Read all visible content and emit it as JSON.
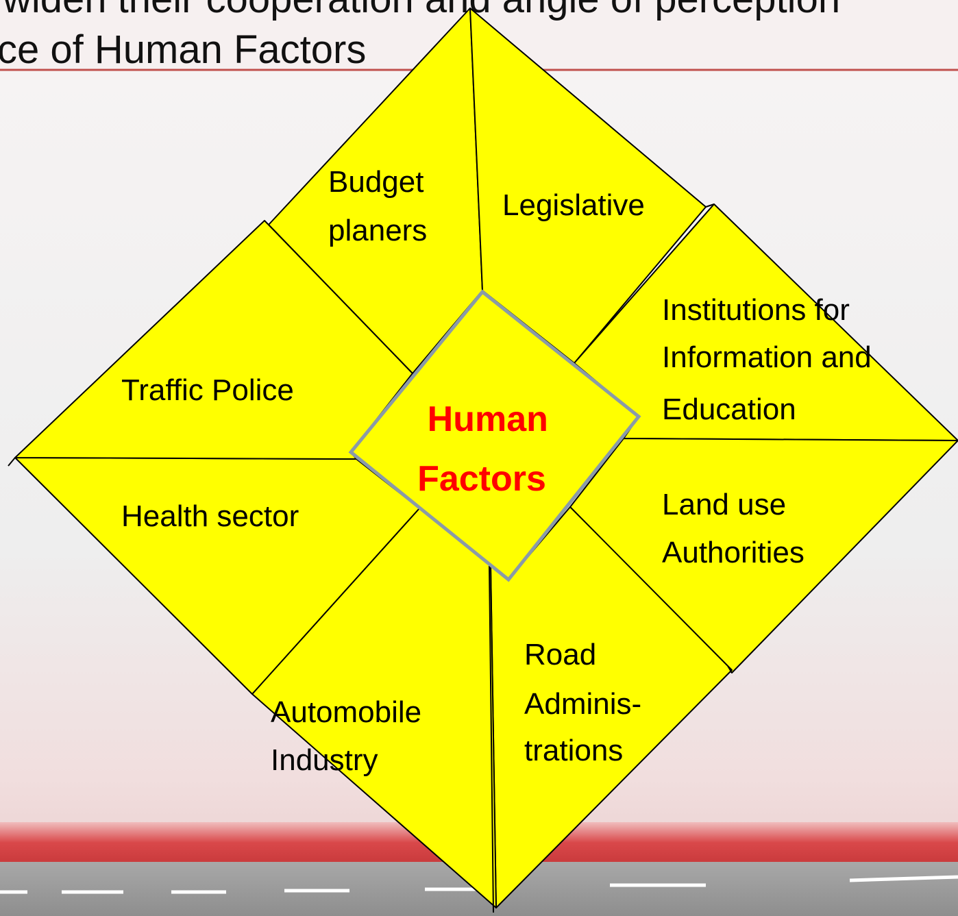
{
  "header": {
    "title_line_1": "widen their cooperation and angle of perception",
    "title_line_2": "ce of Human Factors"
  },
  "diagram": {
    "center": {
      "lines": [
        "Human",
        "Factors"
      ],
      "color": "#ff0000"
    },
    "segments": [
      {
        "id": "budget-planers",
        "lines": [
          "Budget",
          "planers"
        ]
      },
      {
        "id": "legislative",
        "lines": [
          "Legislative"
        ]
      },
      {
        "id": "institutions",
        "lines": [
          "Institutions for",
          "Information and",
          "Education"
        ]
      },
      {
        "id": "land-use",
        "lines": [
          "Land use",
          "Authorities"
        ]
      },
      {
        "id": "road-administrations",
        "lines": [
          "Road",
          "Adminis-",
          "trations"
        ]
      },
      {
        "id": "automobile-industry",
        "lines": [
          "Automobile",
          "Industry"
        ]
      },
      {
        "id": "health-sector",
        "lines": [
          "Health sector"
        ]
      },
      {
        "id": "traffic-police",
        "lines": [
          "Traffic Police"
        ]
      }
    ],
    "colors": {
      "fill": "#ffff00",
      "stroke": "#000000",
      "center_stroke": "#8a9aa8"
    }
  }
}
